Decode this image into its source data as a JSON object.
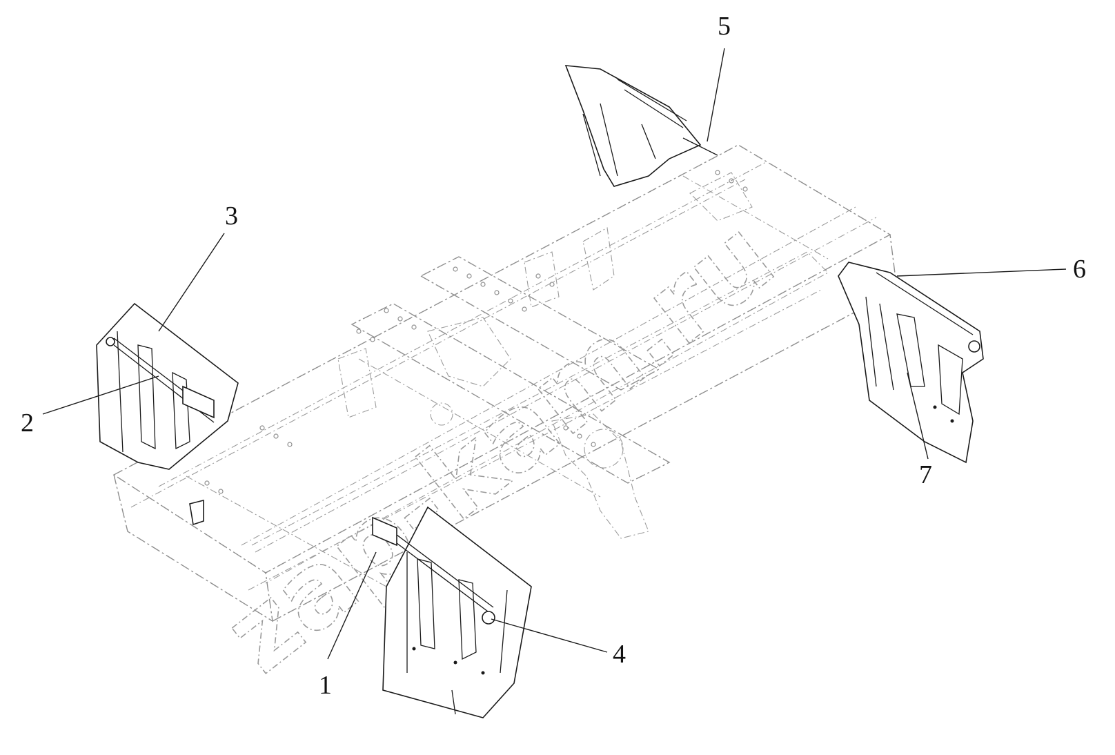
{
  "watermark": {
    "text": "zap-kam.ru"
  },
  "callouts": [
    {
      "number": "1"
    },
    {
      "number": "2"
    },
    {
      "number": "3"
    },
    {
      "number": "4"
    },
    {
      "number": "5"
    },
    {
      "number": "6"
    },
    {
      "number": "7"
    }
  ]
}
